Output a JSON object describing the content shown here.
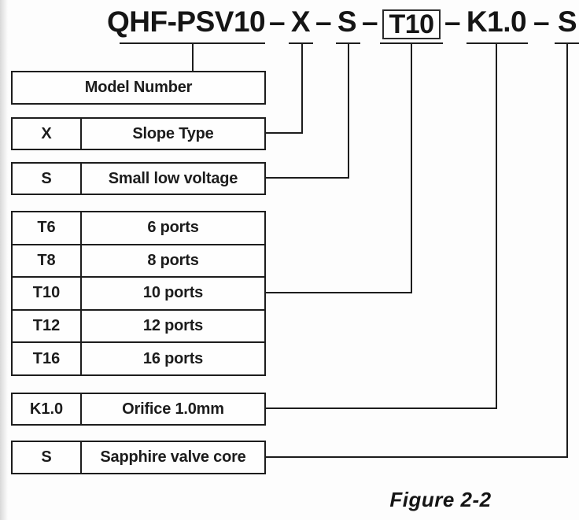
{
  "title": {
    "segments": [
      "QHF-PSV10",
      "X",
      "S",
      "T10",
      "K1.0",
      "S"
    ],
    "dash": "–",
    "boxed_segment": "T10"
  },
  "legend": {
    "model": {
      "label": "Model Number"
    },
    "slope": {
      "code": "X",
      "label": "Slope Type"
    },
    "voltage": {
      "code": "S",
      "label": "Small low voltage"
    },
    "ports": [
      {
        "code": "T6",
        "label": "6 ports"
      },
      {
        "code": "T8",
        "label": "8 ports"
      },
      {
        "code": "T10",
        "label": "10 ports"
      },
      {
        "code": "T12",
        "label": "12 ports"
      },
      {
        "code": "T16",
        "label": "16 ports"
      }
    ],
    "orifice": {
      "code": "K1.0",
      "label": "Orifice 1.0mm"
    },
    "valve_core": {
      "code": "S",
      "label": "Sapphire valve core"
    }
  },
  "caption": "Figure 2-2",
  "colors": {
    "line": "#1d1d1d",
    "text": "#1a1a1a",
    "background": "#fdfdfd"
  }
}
